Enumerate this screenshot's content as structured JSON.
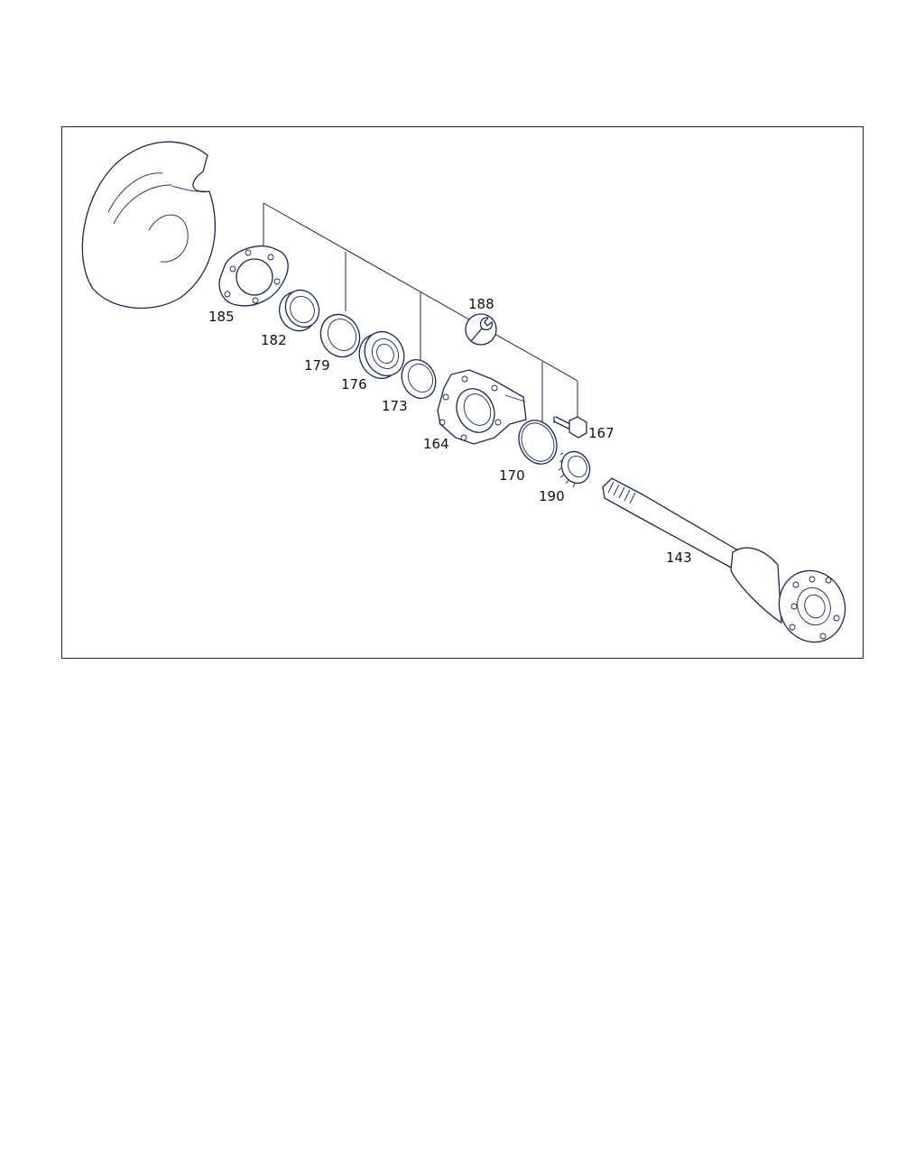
{
  "diagram": {
    "labels": {
      "p185": "185",
      "p182": "182",
      "p179": "179",
      "p176": "176",
      "p173": "173",
      "p164": "164",
      "p188": "188",
      "p170": "170",
      "p167": "167",
      "p190": "190",
      "p143": "143"
    },
    "icons": {
      "tool": "wrench-icon"
    },
    "colors": {
      "line": "#1b2650",
      "text": "#111111",
      "background": "#ffffff"
    }
  }
}
